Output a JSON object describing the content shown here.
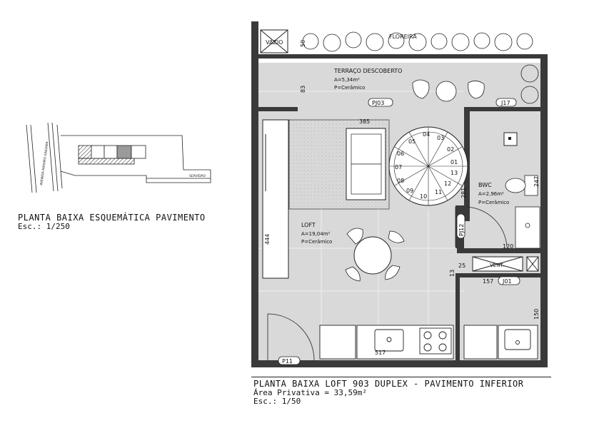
{
  "key_plan": {
    "title": "PLANTA BAIXA ESQUEMÁTICA PAVIMENTO",
    "scale": "Esc.: 1/250",
    "street_label": "AVENIDA MÁXIMO GAIGHER",
    "easement_label": "SERVIDÃO"
  },
  "plan": {
    "title": "PLANTA BAIXA LOFT 903 DUPLEX - PAVIMENTO INFERIOR",
    "area_line": "Área Privativa = 33,59m²",
    "scale": "Esc.: 1/50",
    "rooms": [
      {
        "name": "TERRAÇO DESCOBERTO",
        "area": "A=5,34m²",
        "floor": "P=Cerâmico"
      },
      {
        "name": "LOFT",
        "area": "A=19,04m²",
        "floor": "P=Cerâmico"
      },
      {
        "name": "BWC",
        "area": "A=2,96m²",
        "floor": "P=Cerâmico"
      }
    ],
    "labels": {
      "vazio": "VAZIO",
      "floreira": "FLOREIRA",
      "vent": "VENT."
    },
    "tags": [
      "PJ03",
      "J17",
      "PJ12",
      "J01",
      "P11"
    ],
    "dimensions": [
      "50",
      "83",
      "385",
      "444",
      "281",
      "247",
      "120",
      "25",
      "13",
      "157",
      "150",
      "517"
    ],
    "stair_steps": [
      "04",
      "03",
      "05",
      "02",
      "06",
      "01",
      "07",
      "13",
      "08",
      "12",
      "09",
      "11",
      "10"
    ]
  },
  "colors": {
    "wall": "#3a3a3a",
    "floor": "#d9d9d9",
    "line": "#222222"
  }
}
